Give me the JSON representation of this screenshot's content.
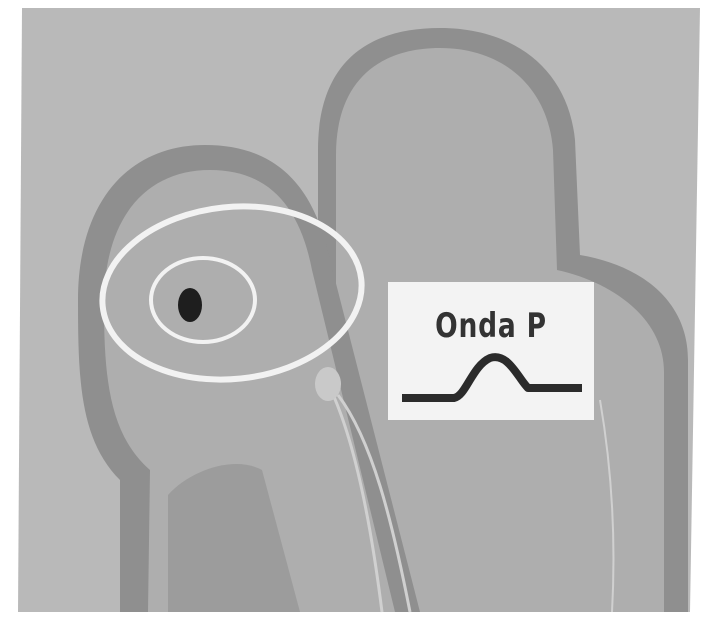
{
  "figure": {
    "wave_label": "Onda P",
    "colors": {
      "paper": "#ffffff",
      "background": "#b9b9b9",
      "heart_wall": "#8f8f8f",
      "chamber_fill": "#aeaeae",
      "impulse_ring": "#f2f2f2",
      "pacemaker_node": "#1e1e1e",
      "conduction_fiber": "#d0d0d0",
      "label_card": "#f3f3f3",
      "trace": "#2b2b2b"
    },
    "icons": {
      "pacemaker": "sinoatrial-node-dot",
      "trace": "p-wave-trace"
    }
  }
}
